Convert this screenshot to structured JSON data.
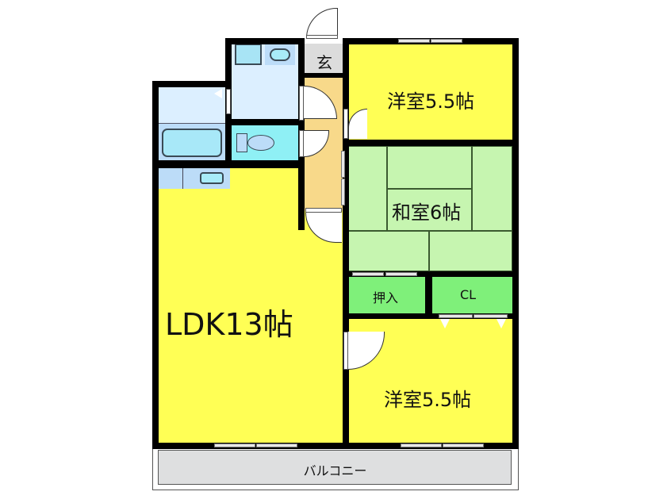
{
  "floorplan": {
    "rooms": {
      "western_room_top": {
        "label": "洋室5.5帖",
        "color": "#ffff55"
      },
      "japanese_room": {
        "label": "和室6帖",
        "color": "#c6f5b0"
      },
      "oshiire": {
        "label": "押入",
        "color": "#7ff07a"
      },
      "closet": {
        "label": "CL",
        "color": "#7ff07a"
      },
      "western_room_bottom": {
        "label": "洋室5.5帖",
        "color": "#ffff55"
      },
      "ldk": {
        "label": "LDK13帖",
        "color": "#ffff55"
      },
      "entrance": {
        "label": "玄",
        "color": "#dcdcdc"
      },
      "hallway": {
        "label": "",
        "color": "#f8d98a"
      },
      "washroom": {
        "label": "",
        "color": "#dcefff"
      },
      "bathroom": {
        "label": "",
        "color": "#bcdcf8"
      },
      "toilet": {
        "label": "",
        "color": "#8ff0f5"
      },
      "balcony": {
        "label": "バルコニー",
        "color": "#dedfe0"
      }
    },
    "icons": [
      "door-swing-icon",
      "window-icon",
      "bathtub-icon",
      "toilet-icon",
      "sink-icon",
      "washing-machine-icon",
      "kitchen-sink-icon",
      "tatami-mat-icon"
    ]
  }
}
